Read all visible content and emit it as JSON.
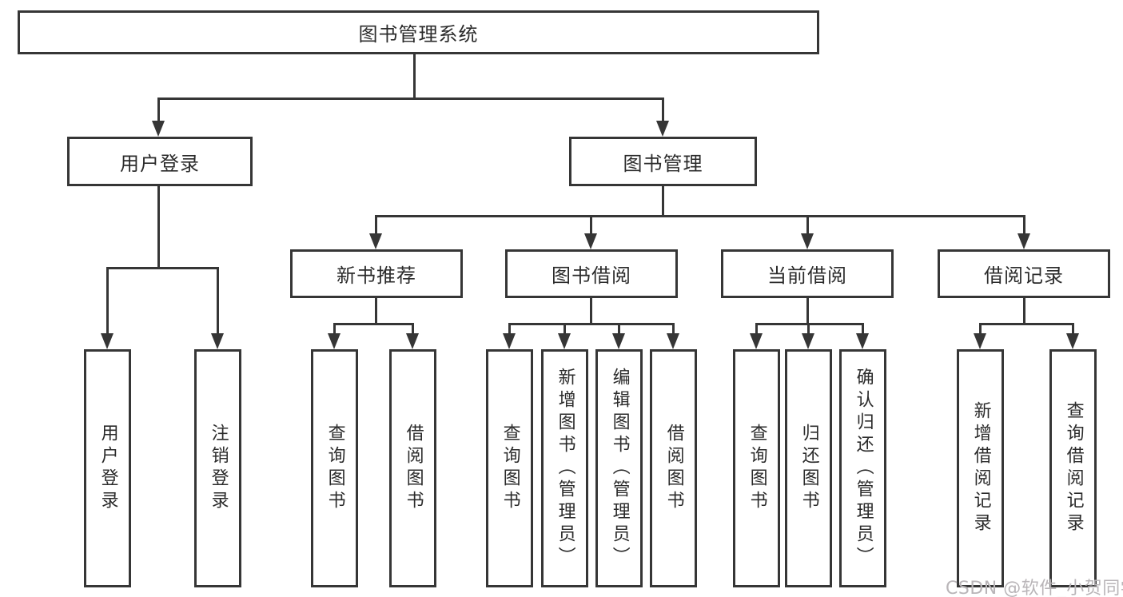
{
  "diagram": {
    "root": {
      "label": "图书管理系统"
    },
    "level2": [
      {
        "label": "用户登录"
      },
      {
        "label": "图书管理"
      }
    ],
    "level3": [
      {
        "label": "新书推荐"
      },
      {
        "label": "图书借阅"
      },
      {
        "label": "当前借阅"
      },
      {
        "label": "借阅记录"
      }
    ],
    "leaves": [
      {
        "label": "用户登录"
      },
      {
        "label": "注销登录"
      },
      {
        "label": "查询图书"
      },
      {
        "label": "借阅图书"
      },
      {
        "label": "查询图书"
      },
      {
        "label": "新增图书（管理员）"
      },
      {
        "label": "编辑图书（管理员）"
      },
      {
        "label": "借阅图书"
      },
      {
        "label": "查询图书"
      },
      {
        "label": "归还图书"
      },
      {
        "label": "确认归还（管理员）"
      },
      {
        "label": "新增借阅记录"
      },
      {
        "label": "查询借阅记录"
      }
    ]
  },
  "watermark": {
    "text": "CSDN @软件_小贺同学"
  },
  "colors": {
    "line": "#363636",
    "text": "#2b2b2b",
    "watermark": "#b9b5b8",
    "background": "#ffffff"
  }
}
